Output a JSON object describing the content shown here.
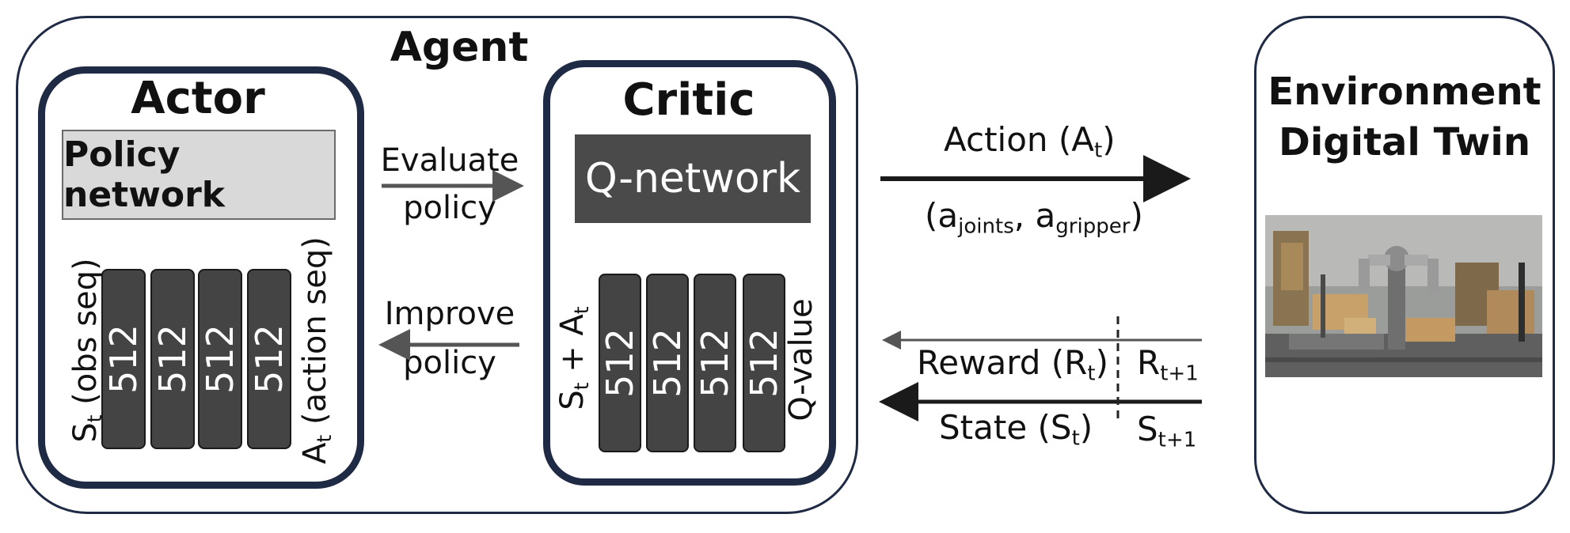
{
  "agent": {
    "title": "Agent"
  },
  "actor": {
    "title": "Actor",
    "network_label": "Policy network",
    "input_label": "S",
    "input_sub": "t",
    "input_suffix": " (obs seq)",
    "output_label": "A",
    "output_sub": "t",
    "output_suffix": " (action seq)",
    "layers": [
      "512",
      "512",
      "512",
      "512"
    ]
  },
  "critic": {
    "title": "Critic",
    "network_label": "Q-network",
    "input_s": "S",
    "input_s_sub": "t",
    "input_plus": " + A",
    "input_a_sub": "t",
    "output_label": "Q-value",
    "layers": [
      "512",
      "512",
      "512",
      "512"
    ]
  },
  "middle": {
    "evaluate_line1": "Evaluate",
    "evaluate_line2": "policy",
    "improve_line1": "Improve",
    "improve_line2": "policy"
  },
  "links": {
    "action_text": "Action (A",
    "action_sub": "t",
    "action_close": ")",
    "action_detail_open": "(a",
    "action_detail_sub1": "joints",
    "action_detail_sep": ", a",
    "action_detail_sub2": "gripper",
    "action_detail_close": ")",
    "reward_text": "Reward (R",
    "reward_sub": "t",
    "reward_close": ")",
    "state_text": "State (S",
    "state_sub": "t",
    "state_close": ")",
    "next_reward": "R",
    "next_reward_sub": "t+1",
    "next_state": "S",
    "next_state_sub": "t+1"
  },
  "environment": {
    "title_line1": "Environment",
    "title_line2": "Digital Twin",
    "image_description_icon": "robot-simulation-icon"
  },
  "colors": {
    "box_border": "#1f2a44",
    "layer_fill": "#444444",
    "q_network_fill": "#4a4a4a",
    "policy_network_fill": "#d9d9d9",
    "arrow": "#1a1a1a",
    "arrow_light": "#555555"
  }
}
